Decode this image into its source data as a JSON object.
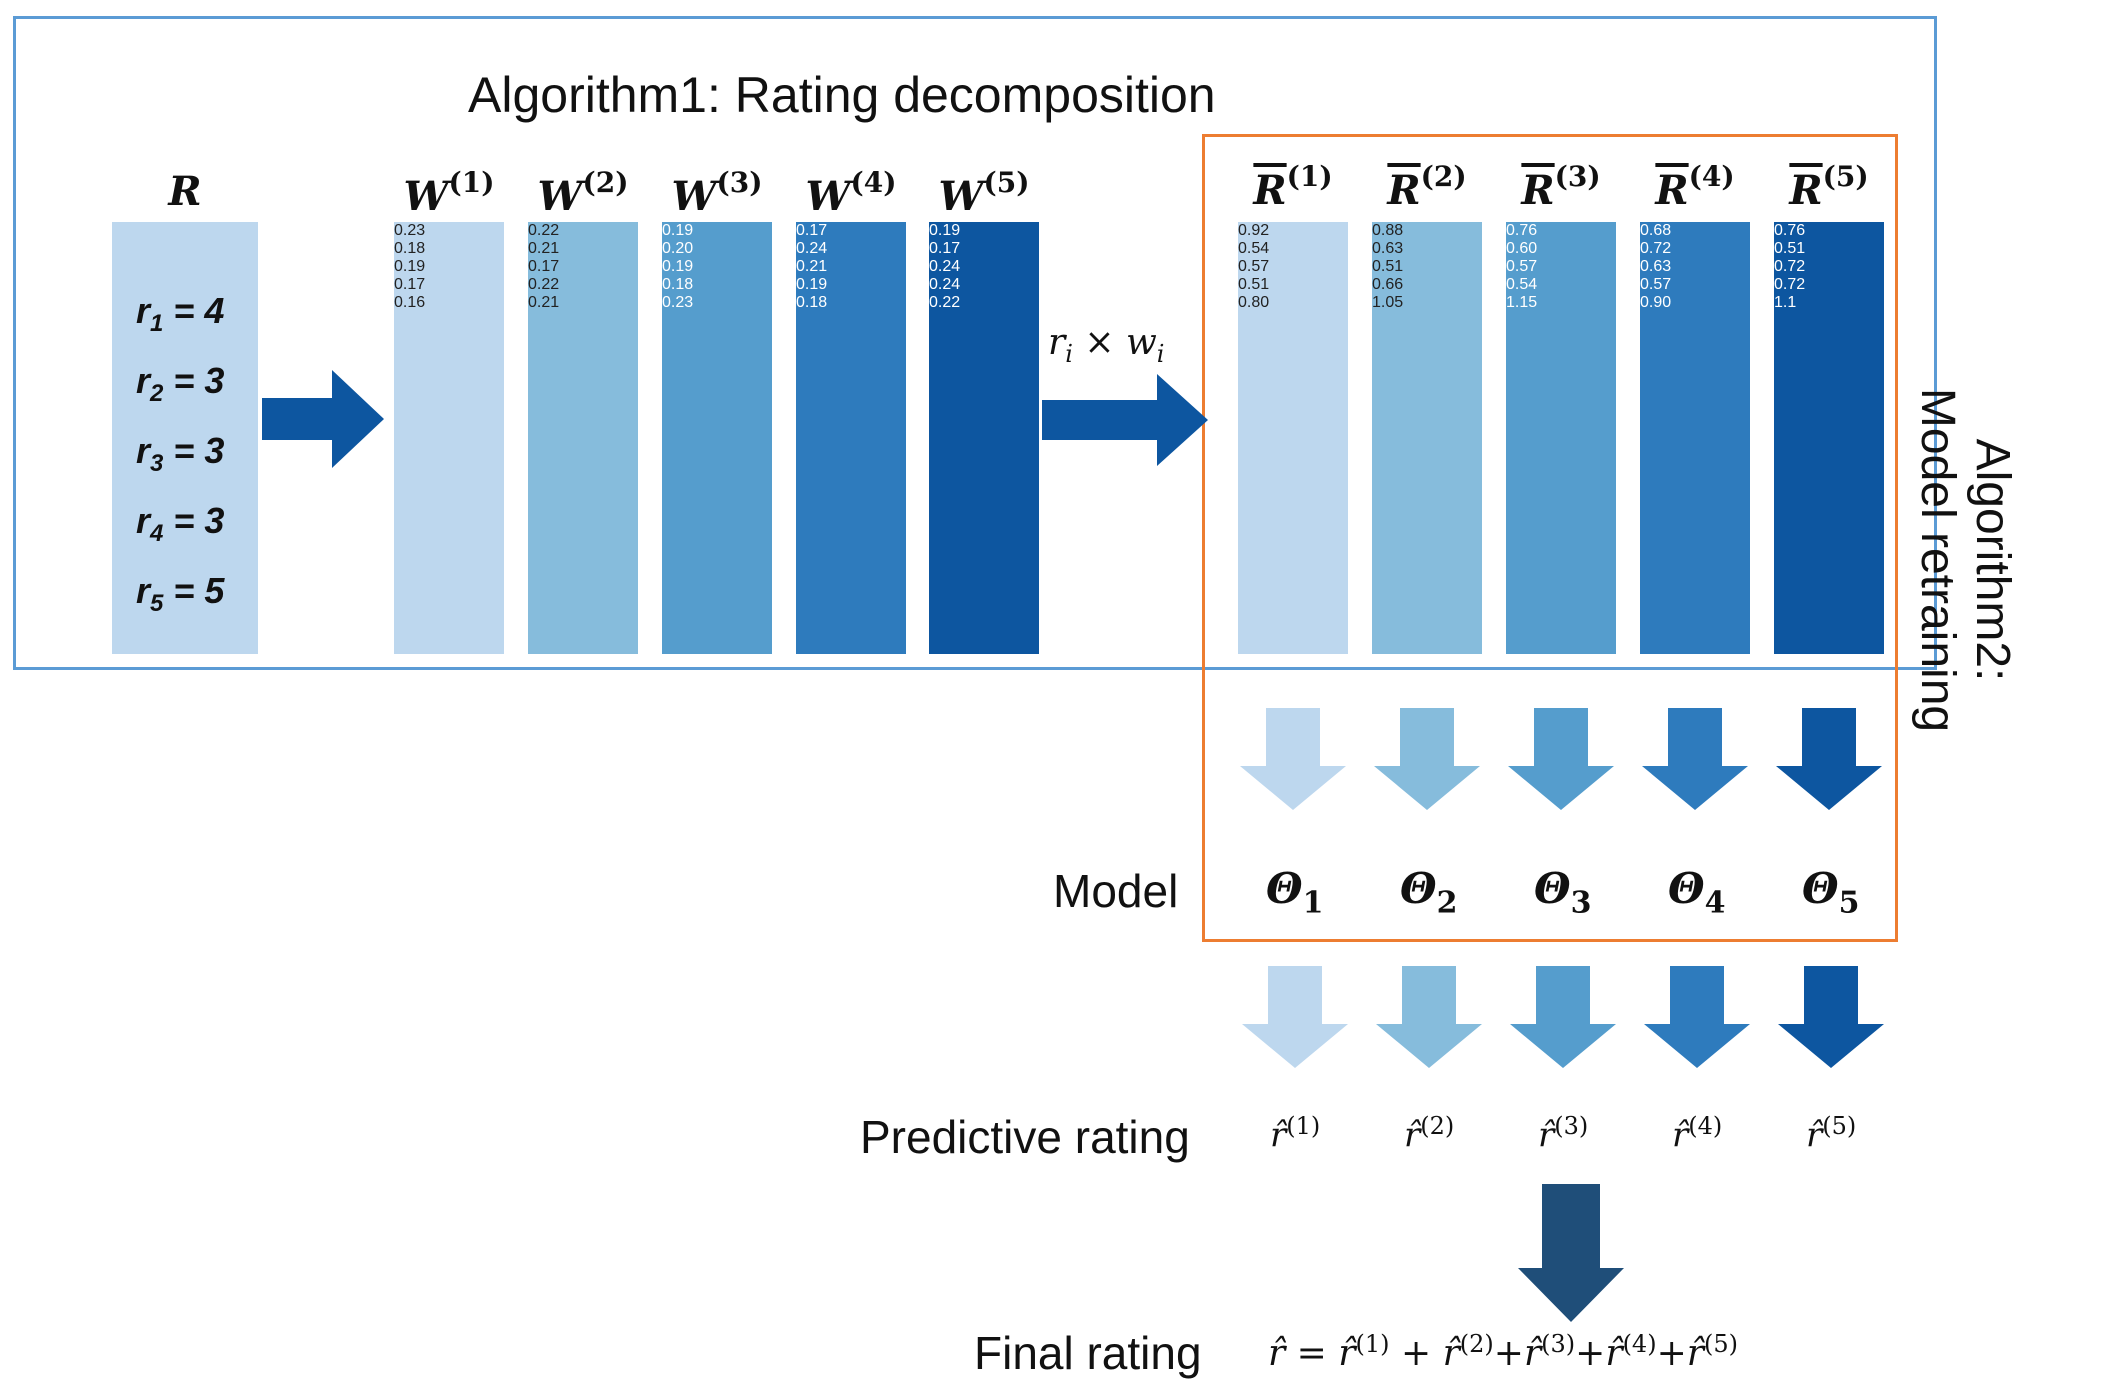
{
  "algo1_title": "Algorithm1: Rating decomposition",
  "algo2_title_line1": "Algorithm2:",
  "algo2_title_line2": "Model retraining",
  "r_header": "R",
  "ratings": [
    {
      "sym": "r",
      "idx": "1",
      "eq": " = 4"
    },
    {
      "sym": "r",
      "idx": "2",
      "eq": " = 3"
    },
    {
      "sym": "r",
      "idx": "3",
      "eq": " = 3"
    },
    {
      "sym": "r",
      "idx": "4",
      "eq": " = 3"
    },
    {
      "sym": "r",
      "idx": "5",
      "eq": " = 5"
    }
  ],
  "w_columns": [
    {
      "name": "W",
      "sup": "(1)",
      "values": [
        "0.23",
        "0.18",
        "0.19",
        "0.17",
        "0.16"
      ]
    },
    {
      "name": "W",
      "sup": "(2)",
      "values": [
        "0.22",
        "0.21",
        "0.17",
        "0.22",
        "0.21"
      ]
    },
    {
      "name": "W",
      "sup": "(3)",
      "values": [
        "0.19",
        "0.20",
        "0.19",
        "0.18",
        "0.23"
      ]
    },
    {
      "name": "W",
      "sup": "(4)",
      "values": [
        "0.17",
        "0.24",
        "0.21",
        "0.19",
        "0.18"
      ]
    },
    {
      "name": "W",
      "sup": "(5)",
      "values": [
        "0.19",
        "0.17",
        "0.24",
        "0.24",
        "0.22"
      ]
    }
  ],
  "rbar_columns": [
    {
      "name": "R",
      "sup": "(1)",
      "values": [
        "0.92",
        "0.54",
        "0.57",
        "0.51",
        "0.80"
      ]
    },
    {
      "name": "R",
      "sup": "(2)",
      "values": [
        "0.88",
        "0.63",
        "0.51",
        "0.66",
        "1.05"
      ]
    },
    {
      "name": "R",
      "sup": "(3)",
      "values": [
        "0.76",
        "0.60",
        "0.57",
        "0.54",
        "1.15"
      ]
    },
    {
      "name": "R",
      "sup": "(4)",
      "values": [
        "0.68",
        "0.72",
        "0.63",
        "0.57",
        "0.90"
      ]
    },
    {
      "name": "R",
      "sup": "(5)",
      "values": [
        "0.76",
        "0.51",
        "0.72",
        "0.72",
        "1.1"
      ]
    }
  ],
  "arrow_formula": {
    "r": "r",
    "r_sub": "i",
    "times": " × ",
    "w": "w",
    "w_sub": "i"
  },
  "model_label": "Model",
  "thetas": [
    {
      "sym": "Θ",
      "sub": "1"
    },
    {
      "sym": "Θ",
      "sub": "2"
    },
    {
      "sym": "Θ",
      "sub": "3"
    },
    {
      "sym": "Θ",
      "sub": "4"
    },
    {
      "sym": "Θ",
      "sub": "5"
    }
  ],
  "predictive_label": "Predictive rating",
  "predictions": [
    {
      "sym": "r̂",
      "sup": "(1)"
    },
    {
      "sym": "r̂",
      "sup": "(2)"
    },
    {
      "sym": "r̂",
      "sup": "(3)"
    },
    {
      "sym": "r̂",
      "sup": "(4)"
    },
    {
      "sym": "r̂",
      "sup": "(5)"
    }
  ],
  "final_label": "Final rating",
  "final_formula": {
    "lhs": "r̂",
    "eq": " = ",
    "terms": [
      {
        "sym": "r̂",
        "sup": "(1)",
        "op": " + "
      },
      {
        "sym": "r̂",
        "sup": "(2)",
        "op": "+"
      },
      {
        "sym": "r̂",
        "sup": "(3)",
        "op": "+"
      },
      {
        "sym": "r̂",
        "sup": "(4)",
        "op": "+"
      },
      {
        "sym": "r̂",
        "sup": "(5)",
        "op": ""
      }
    ]
  },
  "colors": {
    "shade1": "#bdd7ee",
    "shade2": "#86bcdc",
    "shade3": "#559dcd",
    "shade4": "#2e7bbd",
    "shade5": "#0d56a0",
    "r_column": "#bdd7ee",
    "arrow_blue": "#0d56a0",
    "final_arrow": "#1f4e79",
    "algo1_border": "#5b9bd5",
    "algo2_border": "#ed7d31"
  }
}
